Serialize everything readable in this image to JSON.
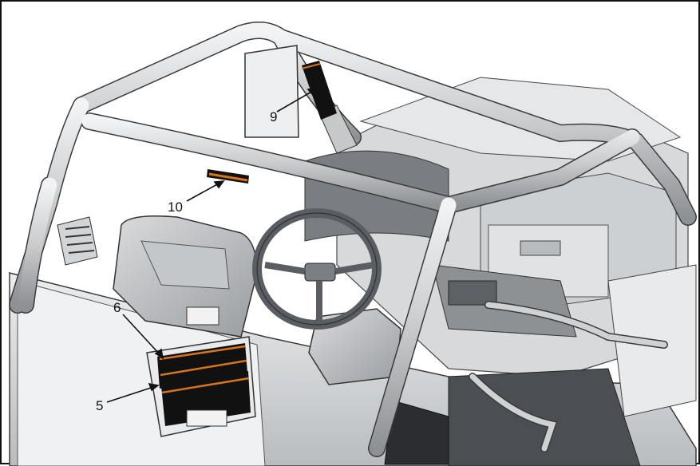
{
  "callouts": [
    {
      "id": "5",
      "label": "5"
    },
    {
      "id": "6",
      "label": "6"
    },
    {
      "id": "9",
      "label": "9"
    },
    {
      "id": "10",
      "label": "10"
    }
  ],
  "colors": {
    "frame": "#111111",
    "tube": "#d4d6d8",
    "tube_shadow": "#8e9194",
    "body": "#e2e4e6",
    "body_dark": "#6f7377",
    "label_black": "#111111",
    "label_orange": "#d8741e",
    "outline": "#3a3a3a"
  },
  "icons": [
    "roll-cage",
    "seat",
    "steering-wheel",
    "mirror",
    "warning-label"
  ]
}
